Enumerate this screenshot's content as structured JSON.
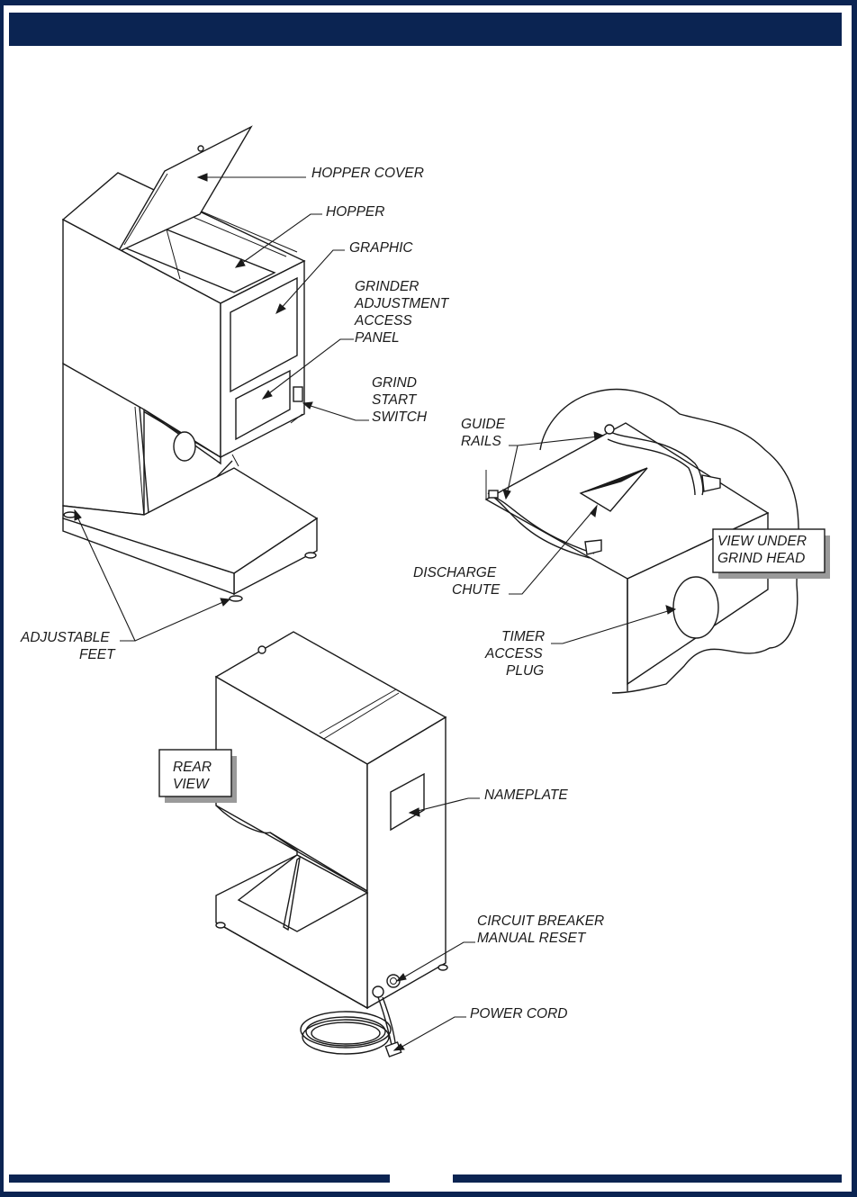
{
  "colors": {
    "frame": "#0b2452",
    "line_art": "#1a1a1a",
    "background": "#ffffff"
  },
  "header": {
    "title": ""
  },
  "labels": {
    "hopper_cover": "HOPPER  COVER",
    "hopper": "HOPPER",
    "graphic": "GRAPHIC",
    "grinder_adjustment": [
      "GRINDER",
      "ADJUSTMENT",
      "ACCESS",
      "PANEL"
    ],
    "grind_start_switch": [
      "GRIND",
      "START",
      "SWITCH"
    ],
    "guide_rails": [
      "GUIDE",
      "RAILS"
    ],
    "discharge_chute": [
      "DISCHARGE",
      "CHUTE"
    ],
    "view_under_grind_head": [
      "VIEW UNDER",
      "GRIND HEAD"
    ],
    "timer_access_plug": [
      "TIMER",
      "ACCESS",
      "PLUG"
    ],
    "adjustable_feet": [
      "ADJUSTABLE",
      "FEET"
    ],
    "rear_view": [
      "REAR",
      "VIEW"
    ],
    "nameplate": "NAMEPLATE",
    "circuit_breaker": [
      "CIRCUIT BREAKER",
      "MANUAL RESET"
    ],
    "power_cord": "POWER CORD"
  }
}
